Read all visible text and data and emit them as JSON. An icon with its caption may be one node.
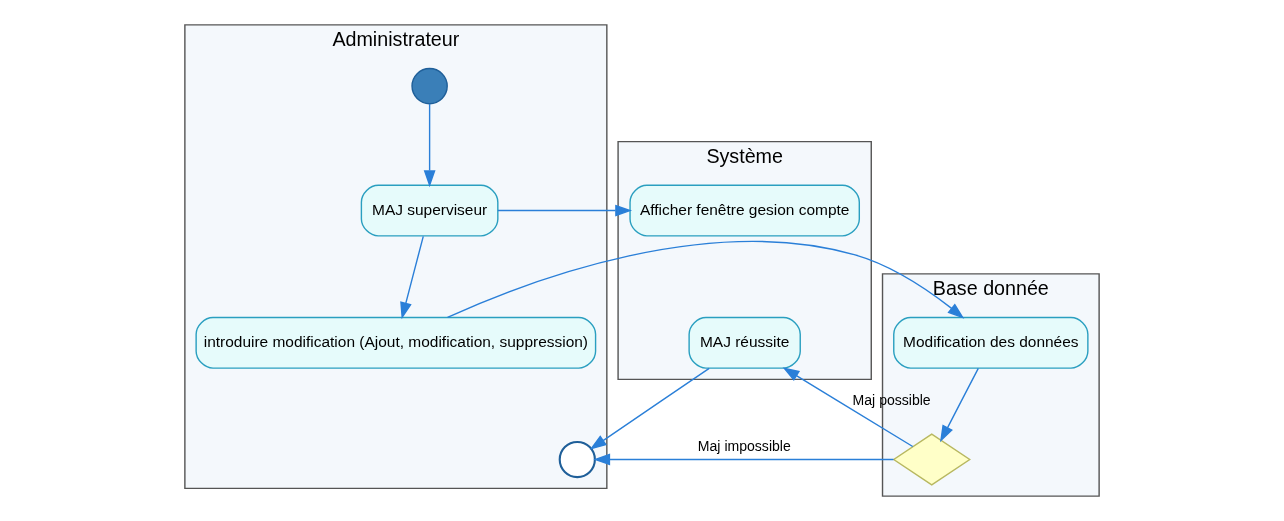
{
  "diagram": {
    "nodes": [
      {
        "text": [
          "Administrateur"
        ]
      },
      {
        "text": [
          "Système"
        ]
      },
      {
        "text": [
          "Base donnée"
        ]
      },
      {
        "text": [],
        "shape": "circle",
        "in": 0
      },
      {
        "text": [
          "MAJ superviseur"
        ],
        "in": 0
      },
      {
        "text": [
          "introduire modification (Ajout, modification, suppression)"
        ],
        "in": 0
      },
      {
        "text": [],
        "shape": "circle",
        "in": 0
      },
      {
        "text": [
          "Afficher fenêtre gesion compte"
        ],
        "in": 1
      },
      {
        "text": [
          "MAJ réussite"
        ],
        "in": 1
      },
      {
        "text": [
          "Modification des données"
        ],
        "in": 2
      },
      {
        "text": [],
        "shape": "diamond",
        "in": 2
      }
    ],
    "edges": [
      {
        "from": 3,
        "to": 4,
        "arrow": "to"
      },
      {
        "from": 4,
        "to": 7,
        "arrow": "to"
      },
      {
        "from": 4,
        "to": 5,
        "arrow": "to"
      },
      {
        "from": 5,
        "to": 9,
        "arrow": "to"
      },
      {
        "from": 9,
        "to": 10,
        "arrow": "to"
      },
      {
        "from": 10,
        "to": 6,
        "arrow": "to",
        "label": "Maj impossible"
      },
      {
        "from": 10,
        "to": 8,
        "arrow": "to",
        "label": "Maj possible"
      },
      {
        "from": 8,
        "to": 6,
        "arrow": "to"
      }
    ]
  }
}
